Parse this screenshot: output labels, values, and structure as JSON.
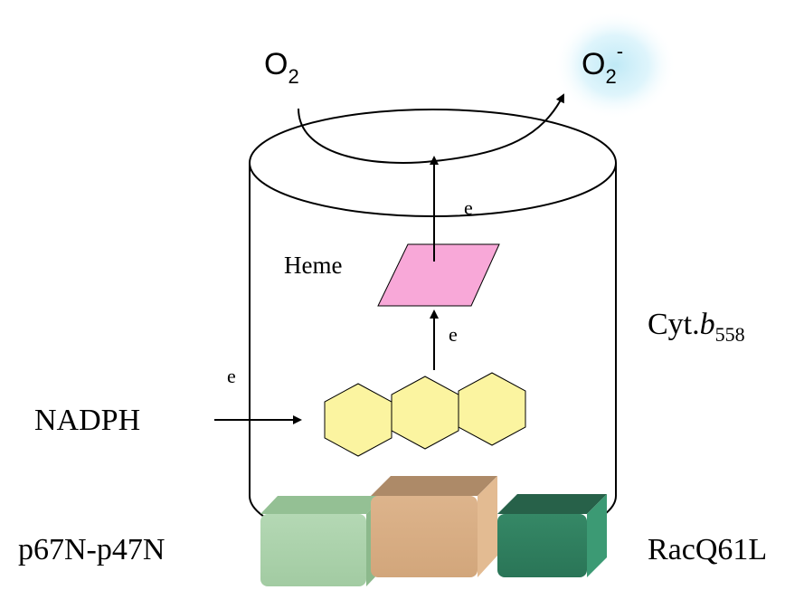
{
  "labels": {
    "o2": "O",
    "o2_sub": "2",
    "superoxide": "O",
    "superoxide_sub": "2",
    "superoxide_sup": "-",
    "electron_top": "e",
    "electron_mid": "e",
    "electron_left": "e",
    "heme": "Heme",
    "nadph": "NADPH",
    "cyt_prefix": "Cyt.",
    "cyt_italic": "b",
    "cyt_sub": "558",
    "p67_p47": "p67N-p47N",
    "rac": "RacQ61L"
  },
  "colors": {
    "heme_fill": "#f8a8d8",
    "fad_fill": "#fbf4a0",
    "glow": "#bfe9f6",
    "p67_cube": "#a9d1a9",
    "p47_cube": "#d9ae85",
    "rac_cube": "#2e7c5d"
  },
  "icons": [
    "heme-parallelogram",
    "fad-hexagons",
    "protein-cubes"
  ]
}
